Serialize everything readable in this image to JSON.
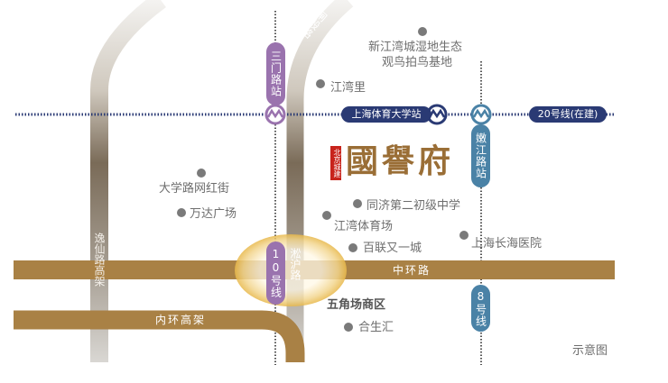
{
  "roads": {
    "yixian": "逸仙路高架",
    "songhu": "淞沪路",
    "zhayin": "闸殷路",
    "zhonghuan": "中环路",
    "neihuan": "内环高架"
  },
  "metro": {
    "line10": {
      "label": "10号线",
      "color": "#9a73ae",
      "station": "三门路站"
    },
    "line8": {
      "label": "8号线",
      "color": "#4a82a6",
      "station": "嫩江路站"
    },
    "line20": {
      "label": "20号线(在建)",
      "color": "#2a3a74",
      "station": "上海体育大学站"
    }
  },
  "logo": {
    "seal": "北京城建",
    "name": "國譽府"
  },
  "district": "五角场商区",
  "pois": [
    {
      "name": "新江湾城湿地生态"
    },
    {
      "name": "观鸟拍鸟基地"
    },
    {
      "name": "江湾里"
    },
    {
      "name": "大学路网红街"
    },
    {
      "name": "万达广场"
    },
    {
      "name": "同济第二初级中学"
    },
    {
      "name": "江湾体育场"
    },
    {
      "name": "百联又一城"
    },
    {
      "name": "上海长海医院"
    },
    {
      "name": "合生汇"
    }
  ],
  "note": "示意图",
  "colors": {
    "road": "#a98145",
    "glow": "#e8b84a",
    "poi": "#7a7a7a"
  }
}
